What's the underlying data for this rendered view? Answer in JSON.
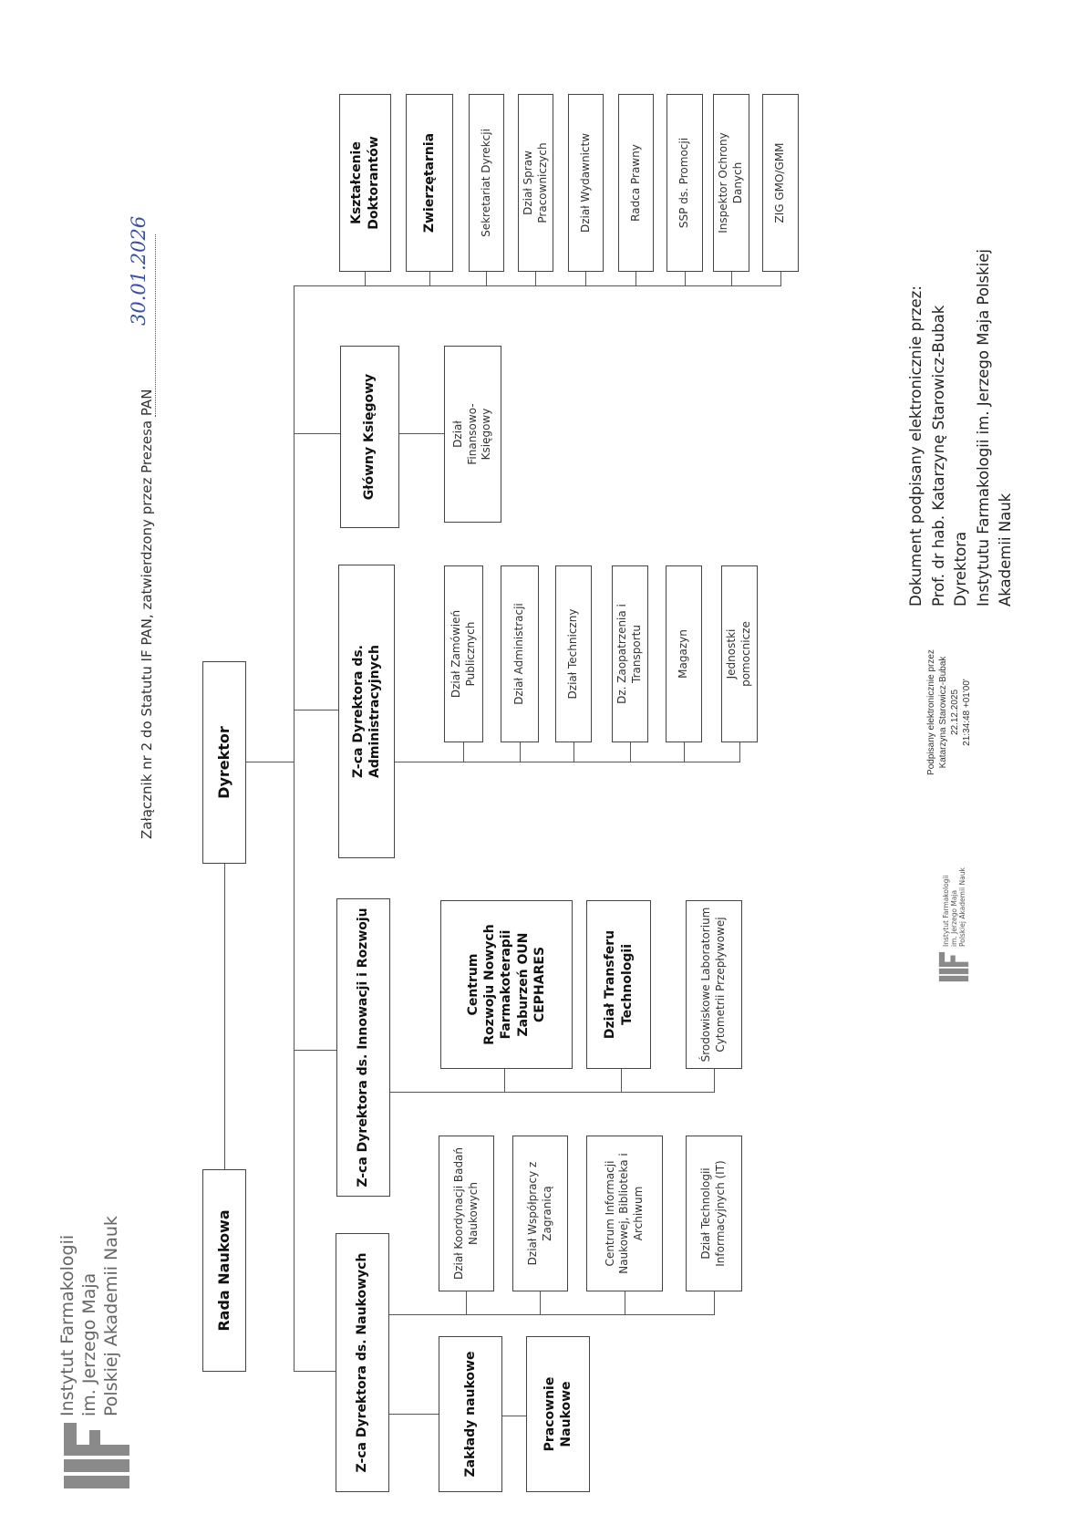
{
  "header": {
    "logo_lines": [
      "Instytut Farmakologii",
      "im. Jerzego Maja",
      "Polskiej Akademii Nauk"
    ]
  },
  "title": "Załącznik nr 2 do Statutu IF PAN, zatwierdzony przez Prezesa PAN",
  "approval_date": "30.01.2026",
  "chart": {
    "rada": "Rada Naukowa",
    "dyrektor": "Dyrektor",
    "naukowych": {
      "head": "Z-ca Dyrektora ds. Naukowych",
      "zaklady": "Zakłady naukowe",
      "pracownie": "Pracownie Naukowe",
      "units": [
        "Dział Koordynacji Badań Naukowych",
        "Dział Współpracy z Zagranicą",
        "Centrum Informacji Naukowej, Biblioteka i Archiwum",
        "Dział Technologii Informacyjnych (IT)"
      ]
    },
    "innowacji": {
      "head": "Z-ca Dyrektora ds. Innowacji i Rozwoju",
      "units": [
        "Centrum Rozwoju Nowych Farmakoterapii Zaburzeń OUN CEPHARES",
        "Dział Transferu Technologii",
        "Środowiskowe Laboratorium Cytometrii Przepływowej"
      ]
    },
    "administracyjnych": {
      "head": "Z-ca Dyrektora ds. Administracyjnych",
      "units": [
        "Dział Zamówień Publicznych",
        "Dział Administracji",
        "Dział Techniczny",
        "Dz. Zaopatrzenia i Transportu",
        "Magazyn",
        "Jednostki pomocnicze"
      ]
    },
    "ksiegowy": {
      "head": "Główny Księgowy",
      "units": [
        "Dział Finansowo-Księgowy"
      ]
    },
    "direct": [
      "Kształcenie Doktorantów",
      "Zwierzętarnia",
      "Sekretariat Dyrekcji",
      "Dział Spraw Pracowniczych",
      "Dział Wydawnictw",
      "Radca Prawny",
      "SSP ds. Promocji",
      "Inspektor Ochrony Danych",
      "ZIG GMO/GMM"
    ]
  },
  "signature_stamp": {
    "lines": [
      "Podpisany elektronicznie przez",
      "Katarzyna Starowicz-Bubak",
      "22.12.2025",
      "21:34:48 +01'00'"
    ],
    "logo_lines": [
      "Instytut Farmakologii",
      "im. Jerzego Maja",
      "Polskiej Akademii Nauk"
    ]
  },
  "signature_block": {
    "lines": [
      "Dokument podpisany elektronicznie przez:",
      "Prof. dr hab. Katarzynę Starowicz-Bubak",
      "Dyrektora",
      "Instytutu Farmakologii im. Jerzego Maja Polskiej",
      "Akademii Nauk"
    ]
  }
}
